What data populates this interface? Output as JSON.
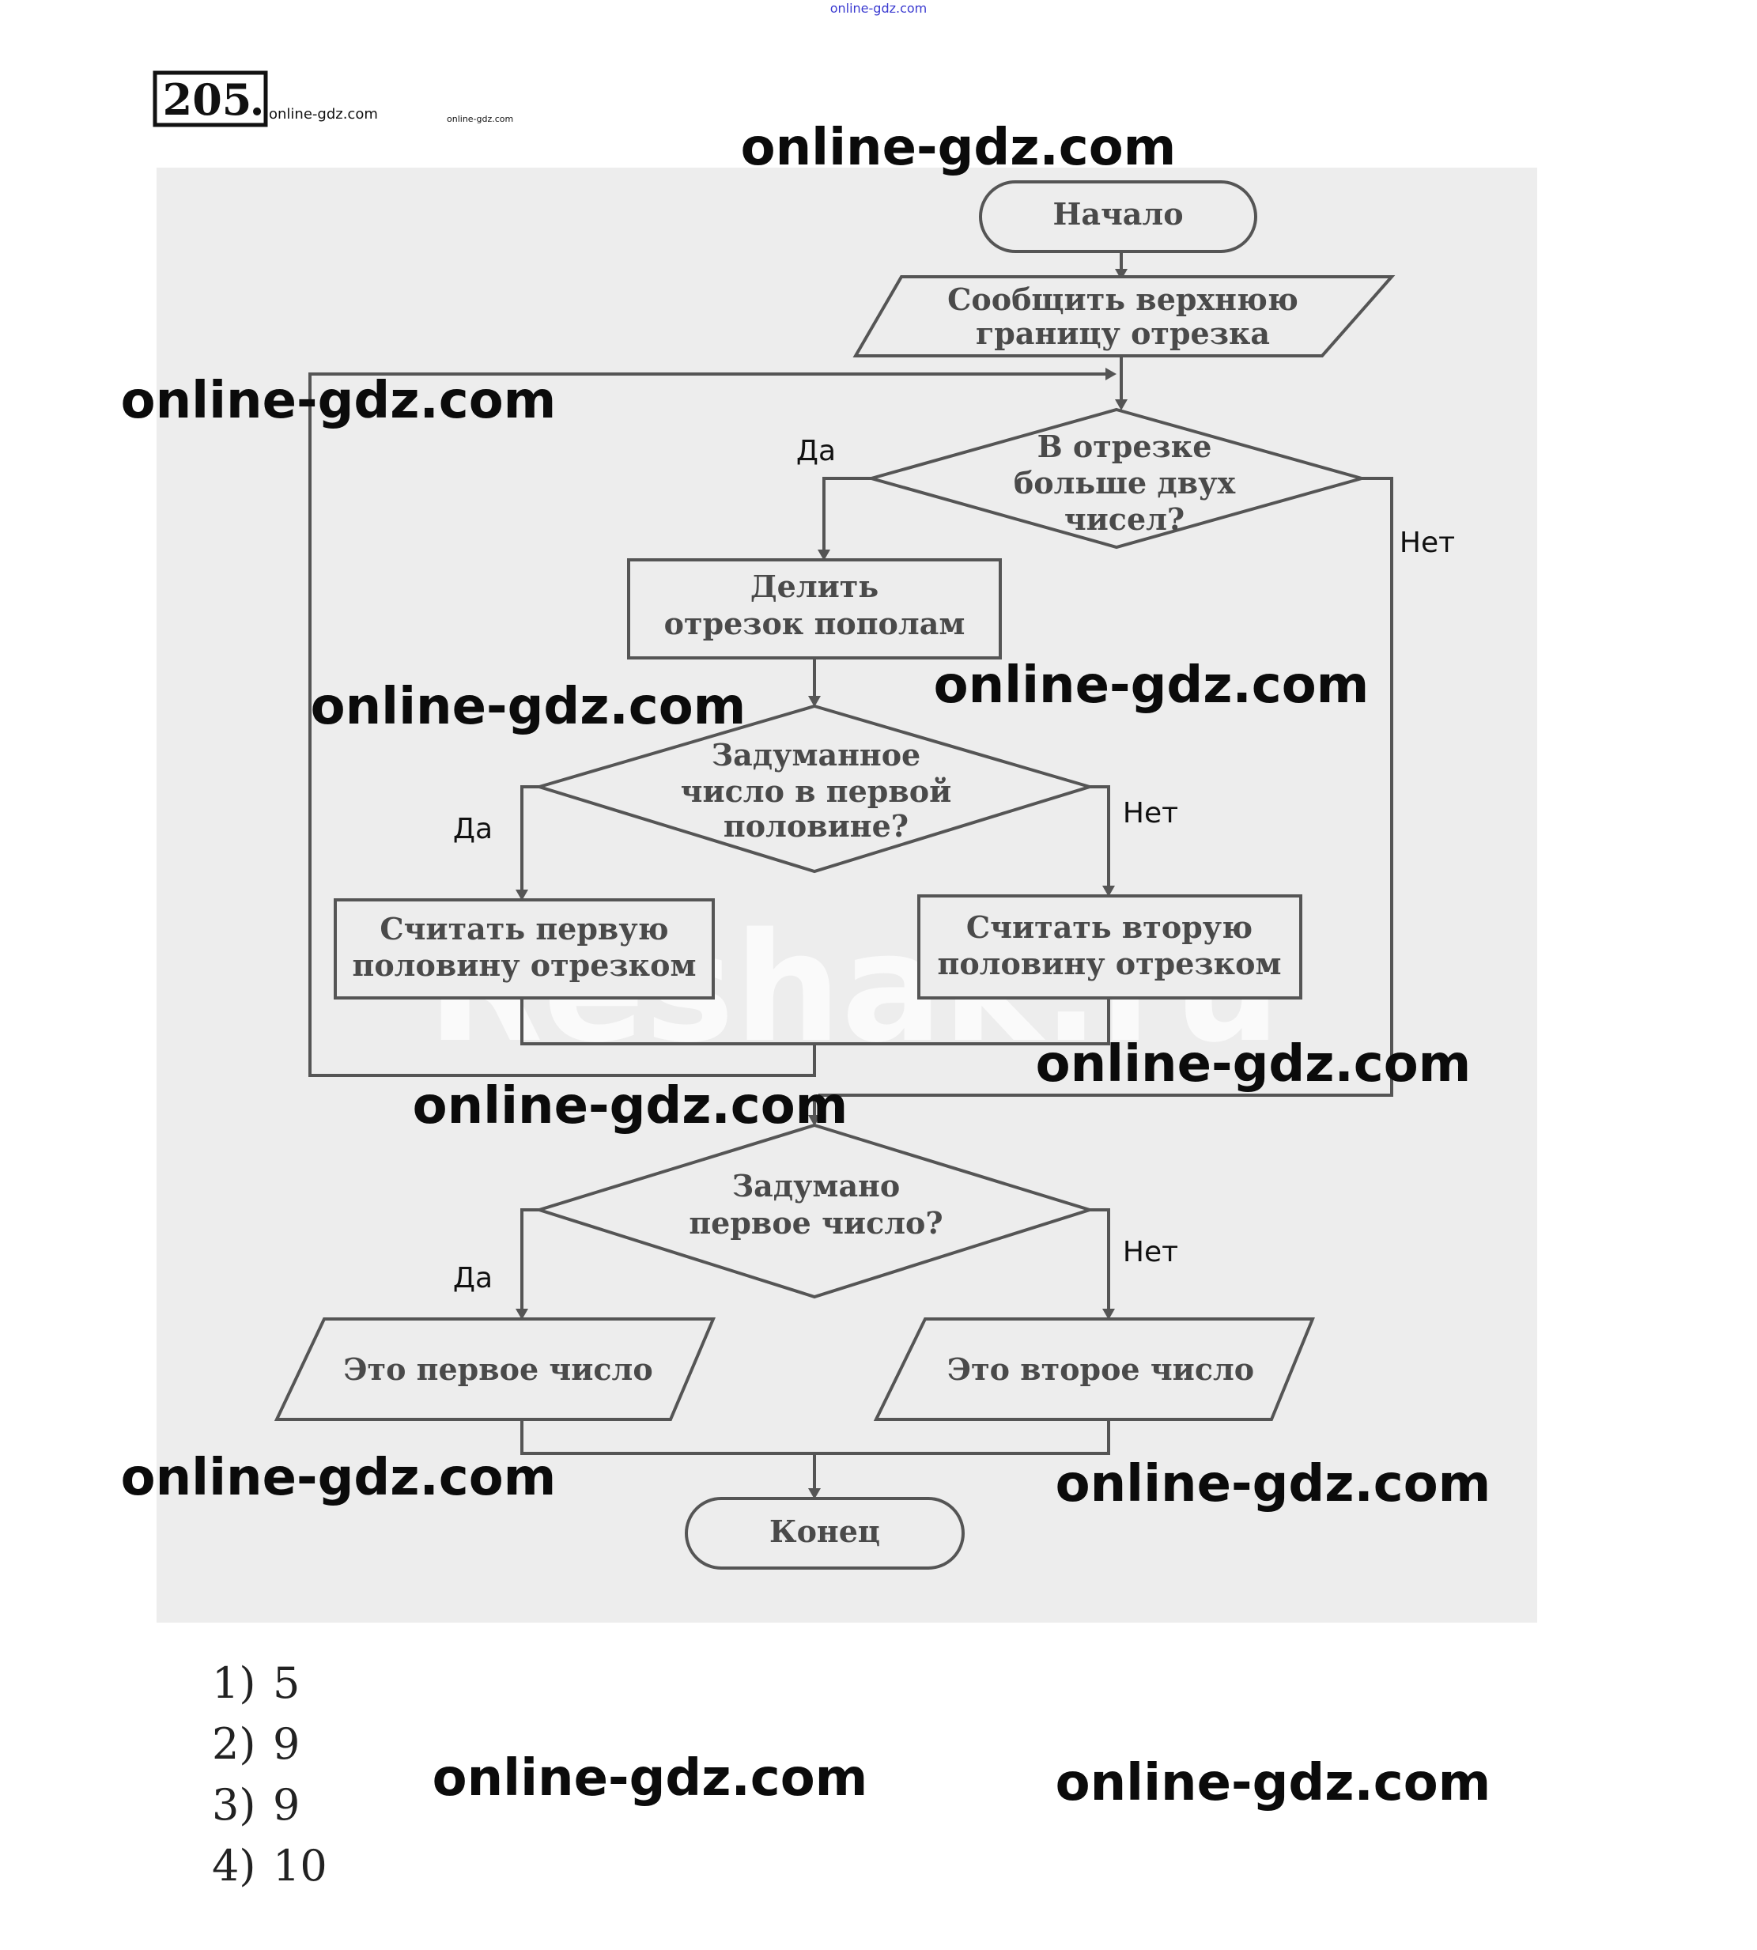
{
  "problem": {
    "number": "205",
    "dot": "."
  },
  "flowchart": {
    "start": "Начало",
    "input_upper_bound": [
      "Сообщить верхнюю",
      "границу отрезка"
    ],
    "decision_more_than_two": [
      "В отрезке",
      "больше двух",
      "чисел?"
    ],
    "process_halve": [
      "Делить",
      "отрезок пополам"
    ],
    "decision_first_half": [
      "Задуманное",
      "число в первой",
      "половине?"
    ],
    "process_first_half": [
      "Считать первую",
      "половину отрезком"
    ],
    "process_second_half": [
      "Считать вторую",
      "половину отрезком"
    ],
    "decision_first_number": [
      "Задумано",
      "первое число?"
    ],
    "output_first": "Это первое число",
    "output_second": "Это второе число",
    "end": "Конец"
  },
  "branch_labels": {
    "yes": "Да",
    "no": "Нет"
  },
  "answers": [
    {
      "label": "1)",
      "value": "5"
    },
    {
      "label": "2)",
      "value": "9"
    },
    {
      "label": "3)",
      "value": "9"
    },
    {
      "label": "4)",
      "value": "10"
    }
  ],
  "watermarks": {
    "site": "online-gdz.com",
    "top": "online-gdz.com",
    "ghost": "Reshak.ru"
  },
  "colors": {
    "background": "#ffffff",
    "chart_background": "#ededed",
    "stroke": "#555555",
    "node_text": "#4a4a4a",
    "watermark": "#0b0b0b"
  }
}
